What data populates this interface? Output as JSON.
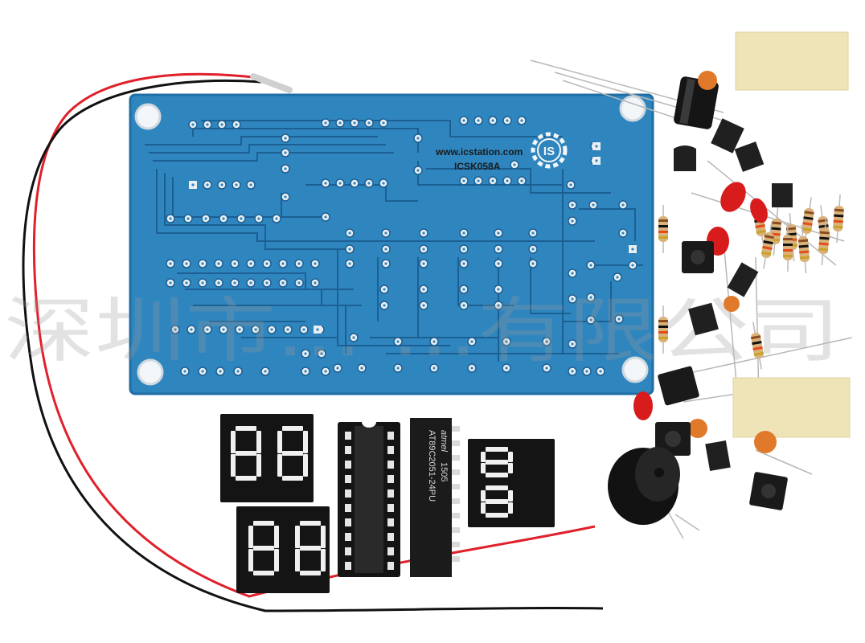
{
  "board": {
    "url": "www.icstation.com",
    "model": "ICSK058A",
    "logo": "IS"
  },
  "chip": {
    "brand": "atmel",
    "code": "1505",
    "part": "AT89C2051-24PU"
  },
  "watermark": "深圳市... ...有限公司",
  "colors": {
    "pcb": "#2f86bf",
    "trace": "#1c5f93",
    "pad": "#e9eef2",
    "display": "#141414",
    "segment": "#f0f0f0",
    "wire_red": "#e0202a",
    "wire_black": "#111111",
    "tape": "#efe3b8",
    "led": "#d81c1c",
    "capacitor": "#e07a2a"
  }
}
